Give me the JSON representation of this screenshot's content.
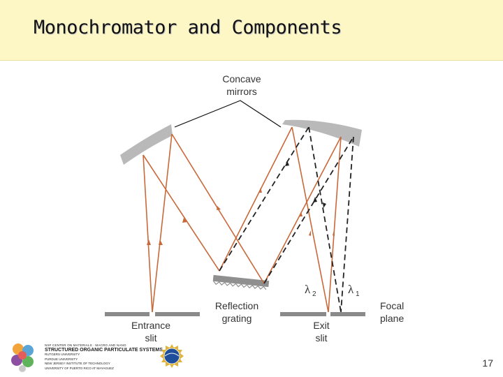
{
  "slide": {
    "title": "Monochromator and Components",
    "page_number": "17"
  },
  "diagram": {
    "labels": {
      "concave_mirrors_line1": "Concave",
      "concave_mirrors_line2": "mirrors",
      "entrance_slit_line1": "Entrance",
      "entrance_slit_line2": "slit",
      "reflection_grating_line1": "Reflection",
      "reflection_grating_line2": "grating",
      "exit_slit_line1": "Exit",
      "exit_slit_line2": "slit",
      "focal_plane_line1": "Focal",
      "focal_plane_line2": "plane",
      "lambda_symbol": "λ",
      "lambda2_sub": "2",
      "lambda1_sub": "1"
    },
    "colors": {
      "ray": "#c8693a",
      "dashed_ray": "#222222",
      "mirror": "#b9b9b9",
      "slit_plate": "#8a8a8a"
    }
  },
  "footer": {
    "center_line": "NSF CENTER ON MATERIALS · MACRO AND NANO",
    "center_name": "STRUCTURED ORGANIC PARTICULATE SYSTEMS",
    "universities": [
      "RUTGERS UNIVERSITY",
      "PURDUE UNIVERSITY",
      "NEW JERSEY INSTITUTE OF TECHNOLOGY",
      "UNIVERSITY OF PUERTO RICO AT MAYAGUEZ"
    ]
  }
}
